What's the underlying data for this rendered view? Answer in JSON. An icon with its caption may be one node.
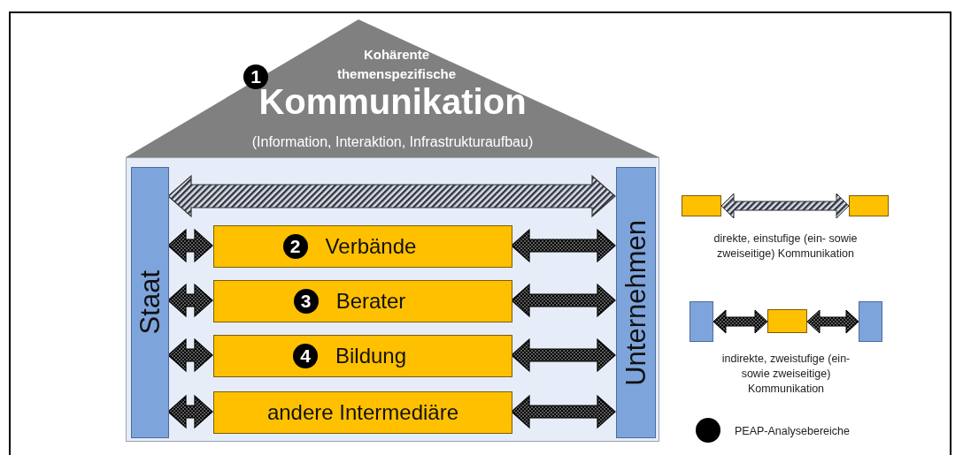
{
  "diagram": {
    "nodes": [
      {
        "text": [
          "1",
          "Kohärente themenspezifische",
          "Kommunikation",
          "(Information, Interaktion, Infrastrukturaufbau)"
        ]
      },
      {
        "text": [],
        "shape": "box"
      },
      {
        "text": [
          "Staat"
        ],
        "in": 1
      },
      {
        "text": [
          "Unternehmen"
        ],
        "in": 1
      },
      {
        "text": [
          "2",
          "Verbände"
        ],
        "in": 1
      },
      {
        "text": [
          "3",
          "Berater"
        ],
        "in": 1
      },
      {
        "text": [
          "4",
          "Bildung"
        ],
        "in": 1
      },
      {
        "text": [
          "andere Intermediäre"
        ],
        "in": 1
      }
    ],
    "edges": [
      {
        "from": 2,
        "to": 3,
        "arrow": "both",
        "style": "thick"
      },
      {
        "from": 2,
        "to": 4,
        "arrow": "both"
      },
      {
        "from": 4,
        "to": 3,
        "arrow": "both"
      },
      {
        "from": 2,
        "to": 5,
        "arrow": "both"
      },
      {
        "from": 5,
        "to": 3,
        "arrow": "both"
      },
      {
        "from": 2,
        "to": 6,
        "arrow": "both"
      },
      {
        "from": 6,
        "to": 3,
        "arrow": "both"
      },
      {
        "from": 2,
        "to": 7,
        "arrow": "both"
      },
      {
        "from": 7,
        "to": 3,
        "arrow": "both"
      }
    ],
    "legend": [
      {
        "text": "direkte, einstufige (ein- sowie zweiseitige) Kommunikation"
      },
      {
        "text": "indirekte, zweistufige (ein- sowie zweiseitige) Kommunikation"
      },
      {
        "text": "PEAP-Analysebereiche"
      }
    ]
  }
}
